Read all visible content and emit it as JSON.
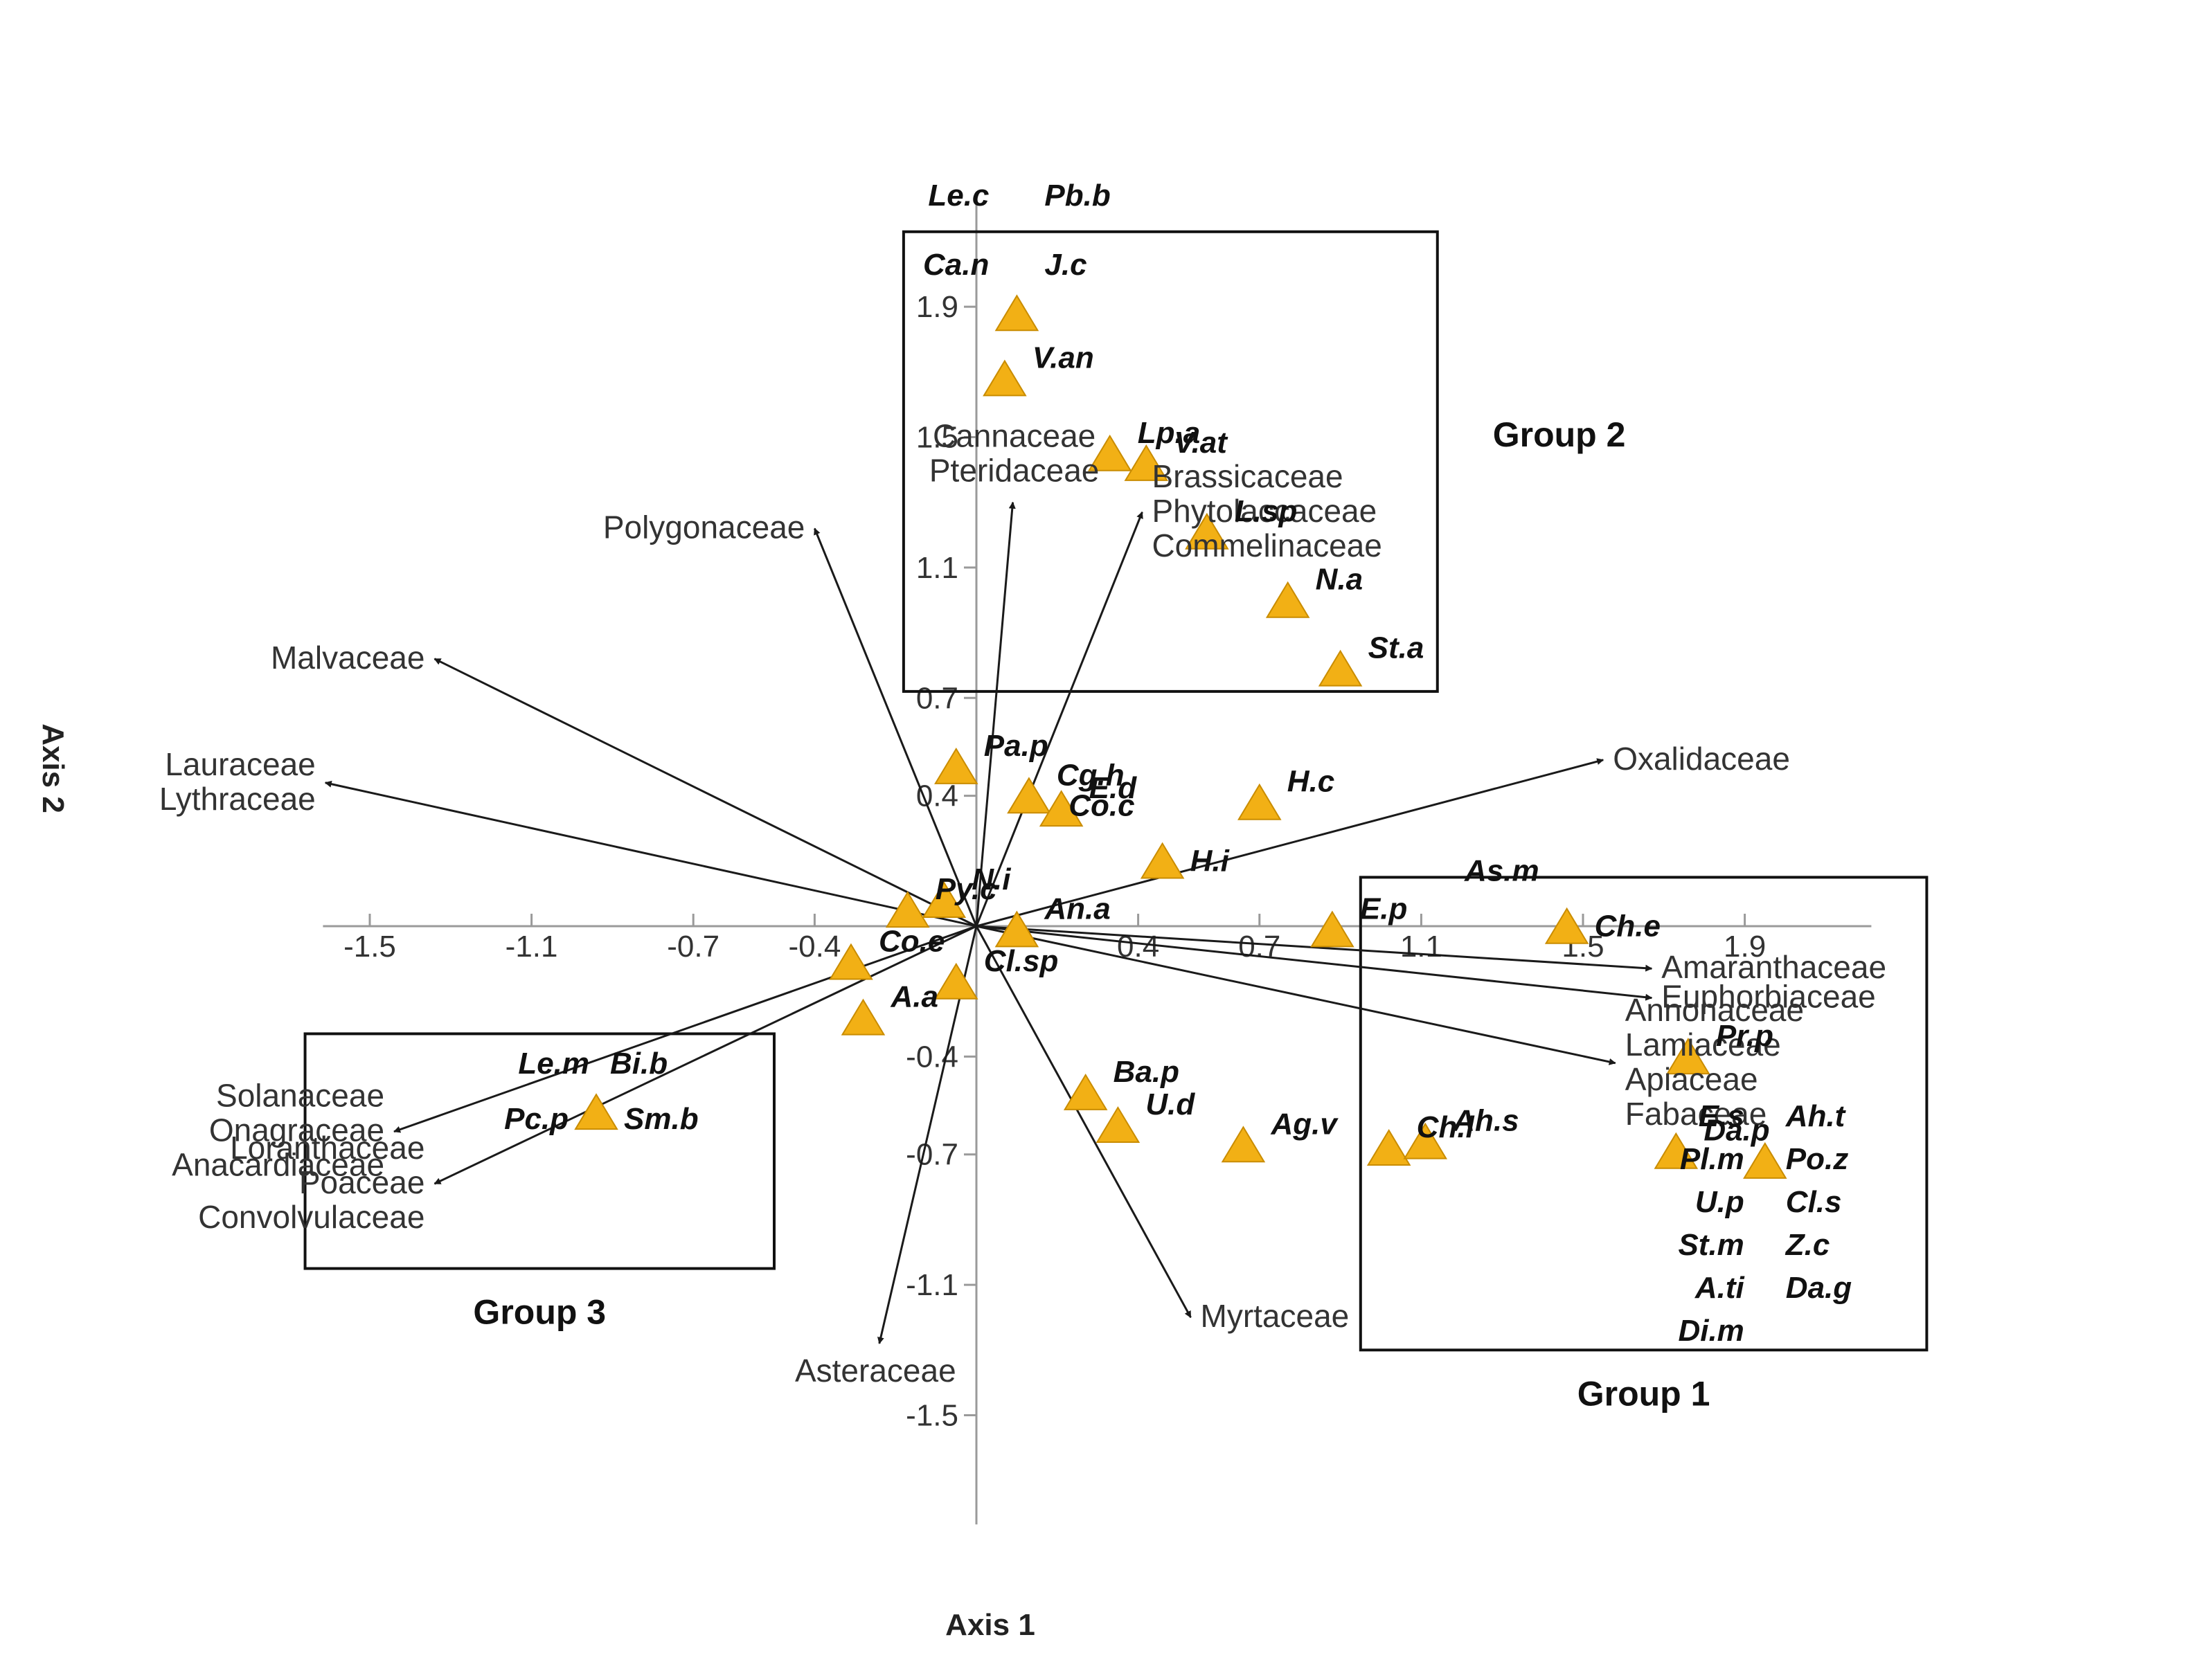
{
  "chart_data": {
    "type": "scatter",
    "xlabel": "Axis 1",
    "ylabel": "Axis 2",
    "xticks": [
      "-1.5",
      "-1.1",
      "-0.7",
      "-0.4",
      "0.4",
      "0.7",
      "1.1",
      "1.5",
      "1.9"
    ],
    "yticks": [
      "1.9",
      "1.5",
      "1.1",
      "0.7",
      "0.4",
      "-0.4",
      "-0.7",
      "-1.1",
      "-1.5"
    ],
    "xlim": [
      -1.65,
      2.35
    ],
    "ylim": [
      -1.75,
      2.15
    ],
    "colors": {
      "marker": "#f2b015",
      "marker_edge": "#c98c00",
      "vector": "#1a1a1a",
      "axis": "#9a9a9a",
      "box": "#111111"
    },
    "points": [
      {
        "label": "Le.c",
        "x": 0.1,
        "y": 1.87
      },
      {
        "label": "Pb.b",
        "x": 0.1,
        "y": 1.87
      },
      {
        "label": "Ca.n",
        "x": 0.1,
        "y": 1.87
      },
      {
        "label": "J.c",
        "x": 0.1,
        "y": 1.87
      },
      {
        "label": "V.an",
        "x": 0.07,
        "y": 1.67
      },
      {
        "label": "Lp.a",
        "x": 0.33,
        "y": 1.44
      },
      {
        "label": "V.at",
        "x": 0.42,
        "y": 1.41
      },
      {
        "label": "L.sp",
        "x": 0.57,
        "y": 1.2
      },
      {
        "label": "N.a",
        "x": 0.77,
        "y": 0.99
      },
      {
        "label": "St.a",
        "x": 0.9,
        "y": 0.78
      },
      {
        "label": "Pa.p",
        "x": -0.05,
        "y": 0.48
      },
      {
        "label": "Cg.h",
        "x": 0.13,
        "y": 0.39
      },
      {
        "label": "E.d",
        "x": 0.21,
        "y": 0.35
      },
      {
        "label": "H.c",
        "x": 0.7,
        "y": 0.37
      },
      {
        "label": "Co.c",
        "x": 0.46,
        "y": 0.19
      },
      {
        "label": "H.i",
        "x": 0.46,
        "y": 0.19
      },
      {
        "label": "Py.c",
        "x": -0.17,
        "y": 0.04
      },
      {
        "label": "N.i",
        "x": -0.08,
        "y": 0.07
      },
      {
        "label": "An.a",
        "x": 0.1,
        "y": -0.02
      },
      {
        "label": "E.p",
        "x": 0.88,
        "y": -0.02
      },
      {
        "label": "Co.e",
        "x": -0.31,
        "y": -0.12
      },
      {
        "label": "Cl.sp",
        "x": -0.05,
        "y": -0.18
      },
      {
        "label": "A.a",
        "x": -0.28,
        "y": -0.29
      },
      {
        "label": "Ba.p",
        "x": 0.27,
        "y": -0.52
      },
      {
        "label": "U.d",
        "x": 0.35,
        "y": -0.62
      },
      {
        "label": "Ag.v",
        "x": 0.66,
        "y": -0.68
      },
      {
        "label": "Ch.l",
        "x": 1.02,
        "y": -0.69
      },
      {
        "label": "Ah.s",
        "x": 1.11,
        "y": -0.67
      },
      {
        "label": "As.m",
        "x": 1.46,
        "y": -0.01
      },
      {
        "label": "Ch.e",
        "x": 1.46,
        "y": -0.01
      },
      {
        "label": "Pr.p",
        "x": 1.76,
        "y": -0.41
      },
      {
        "label": "Da.p",
        "x": 1.73,
        "y": -0.7
      },
      {
        "label": "E.s",
        "x": 1.95,
        "y": -0.73
      },
      {
        "label": "Ah.t",
        "x": 1.95,
        "y": -0.73
      },
      {
        "label": "Pl.m",
        "x": 1.95,
        "y": -0.73
      },
      {
        "label": "Po.z",
        "x": 1.95,
        "y": -0.73
      },
      {
        "label": "U.p",
        "x": 1.95,
        "y": -0.73
      },
      {
        "label": "Cl.s",
        "x": 1.95,
        "y": -0.73
      },
      {
        "label": "St.m",
        "x": 1.95,
        "y": -0.73
      },
      {
        "label": "Z.c",
        "x": 1.95,
        "y": -0.73
      },
      {
        "label": "A.ti",
        "x": 1.95,
        "y": -0.73
      },
      {
        "label": "Da.g",
        "x": 1.95,
        "y": -0.73
      },
      {
        "label": "Di.m",
        "x": 1.95,
        "y": -0.73
      },
      {
        "label": "Le.m",
        "x": -0.94,
        "y": -0.58
      },
      {
        "label": "Bi.b",
        "x": -0.94,
        "y": -0.58
      },
      {
        "label": "Pc.p",
        "x": -0.94,
        "y": -0.58
      },
      {
        "label": "Sm.b",
        "x": -0.94,
        "y": -0.58
      }
    ],
    "vectors": [
      {
        "labels": [
          "Cannaceae",
          "Pteridaceae"
        ],
        "x": 0.09,
        "y": 1.3
      },
      {
        "labels": [
          "Brassicaceae",
          "Phytolaccaceae",
          "Commelinaceae"
        ],
        "x": 0.41,
        "y": 1.27
      },
      {
        "labels": [
          "Polygonaceae"
        ],
        "x": -0.4,
        "y": 1.22
      },
      {
        "labels": [
          "Malvaceae"
        ],
        "x": -1.34,
        "y": 0.82
      },
      {
        "labels": [
          "Lauraceae",
          "Lythraceae"
        ],
        "x": -1.61,
        "y": 0.44
      },
      {
        "labels": [
          "Oxalidaceae"
        ],
        "x": 1.55,
        "y": 0.51
      },
      {
        "labels": [
          "Amaranthaceae"
        ],
        "x": 1.67,
        "y": -0.13
      },
      {
        "labels": [
          "Euphorbiaceae"
        ],
        "x": 1.67,
        "y": -0.22
      },
      {
        "labels": [
          "Annonaceae",
          "Lamiaceae",
          "Apiaceae",
          "Fabaceae"
        ],
        "x": 1.58,
        "y": -0.42
      },
      {
        "labels": [
          "Solanaceae",
          "Onagraceae",
          "Anacardiaceae"
        ],
        "x": -1.44,
        "y": -0.63
      },
      {
        "labels": [
          "Loranthaceae",
          "Poaceae",
          "Convolvulaceae"
        ],
        "x": -1.34,
        "y": -0.79
      },
      {
        "labels": [
          "Asteraceae"
        ],
        "x": -0.24,
        "y": -1.28
      },
      {
        "labels": [
          "Myrtaceae"
        ],
        "x": 0.53,
        "y": -1.2
      }
    ],
    "groups": [
      {
        "name": "Group 1",
        "x_range": [
          0.95,
          2.35
        ],
        "y_range": [
          -1.3,
          0.15
        ]
      },
      {
        "name": "Group 2",
        "x_range": [
          -0.18,
          1.14
        ],
        "y_range": [
          0.72,
          2.13
        ]
      },
      {
        "name": "Group 3",
        "x_range": [
          -1.66,
          -0.5
        ],
        "y_range": [
          -1.05,
          -0.33
        ]
      }
    ]
  }
}
